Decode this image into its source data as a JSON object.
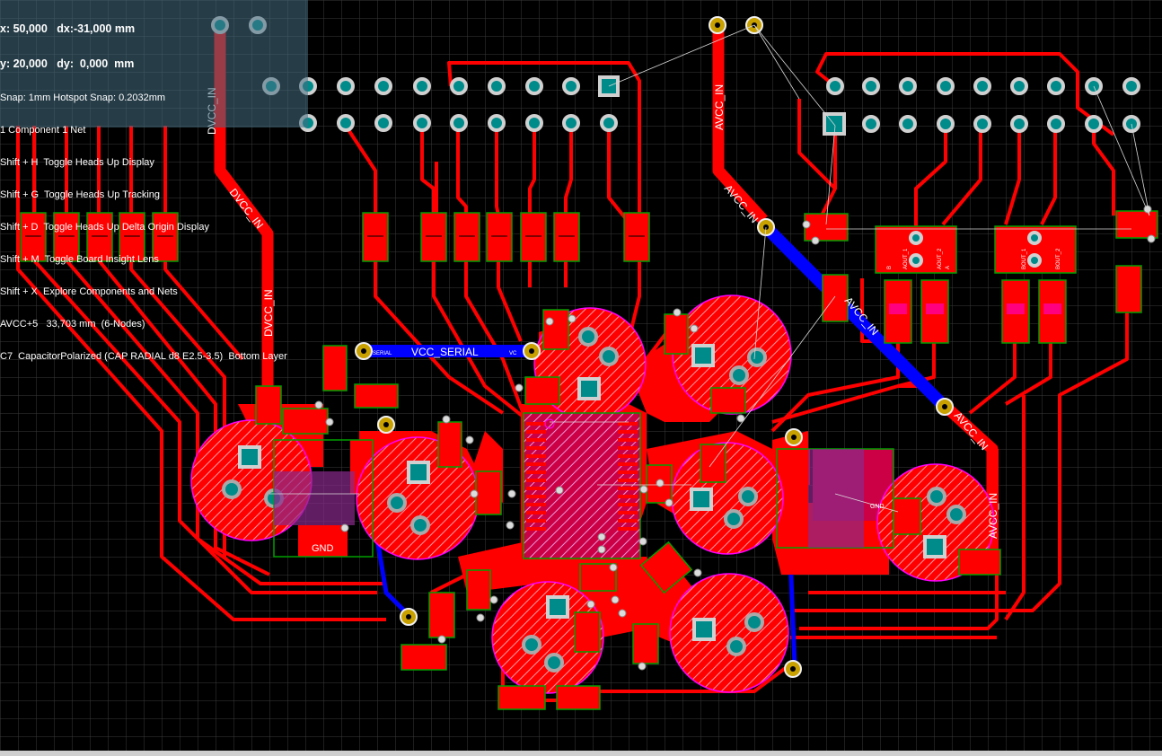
{
  "hud": {
    "x_line": "x: 50,000   dx:-31,000 mm",
    "y_line": "y: 20,000   dy:  0,000  mm",
    "snap_line": "Snap: 1mm Hotspot Snap: 0.2032mm",
    "selection_line": "1 Component 1 Net",
    "shortcuts": [
      "Shift + H  Toggle Heads Up Display",
      "Shift + G  Toggle Heads Up Tracking",
      "Shift + D  Toggle Heads Up Delta Origin Display",
      "Shift + M  Toggle Board Insight Lens",
      "Shift + X  Explore Components and Nets"
    ],
    "net_line": "AVCC+5   33,703 mm  (6-Nodes)",
    "component_line": "C7  CapacitorPolarized (CAP RADIAL d8 E2.5-3.5)  Bottom Layer"
  },
  "nets": {
    "dvcc_top": "DVCC_IN",
    "dvcc_mid": "DVCC_IN",
    "avcc_top": "AVCC_IN",
    "avcc_mid": "AVCC_IN",
    "avcc_diag1": "AVCC_IN",
    "avcc_diag2": "AVCC_IN",
    "avcc_right": "AVCC_IN",
    "vcc_serial": "VCC_SERIAL",
    "vcc_serial_small1": "SERIAL",
    "vcc_serial_small2": "VC",
    "gnd_left": "GND",
    "gnd_right": "GND",
    "aout1": "AOUT_1",
    "aout2": "AOUT_2",
    "bout1": "BOUT_1",
    "bout2": "BOUT_2",
    "a_lbl": "A",
    "b_lbl": "B"
  },
  "colors": {
    "background": "#000000",
    "grid": "#3a3a3a",
    "top_copper": "#ff0000",
    "bottom_copper": "#0000ff",
    "overlay": "#ff00ff",
    "pad_ring": "#a9a9a9",
    "pad_hole": "#008b8b",
    "component_outline": "#00c000"
  }
}
